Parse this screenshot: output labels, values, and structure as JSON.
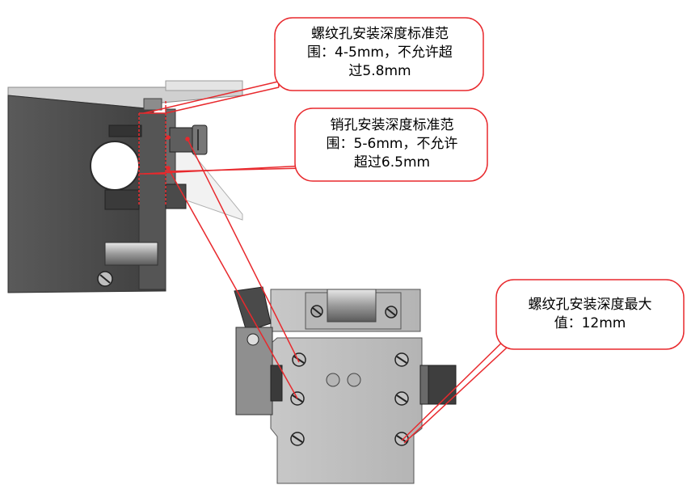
{
  "callouts": {
    "screw_standard": {
      "text": "螺纹孔安装深度标准范\n围：4-5mm，不允许超\n过5.8mm"
    },
    "pin_standard": {
      "text": "销孔安装深度标准范\n围：5-6mm，不允许\n超过6.5mm"
    },
    "screw_max": {
      "text": "螺纹孔安装深度最大\n值：12mm"
    }
  },
  "colors": {
    "callout_border": "#e8292d",
    "leader_line": "#e8292d",
    "part_dark": "#4a4a4a",
    "part_mid": "#9a9a9a",
    "part_light": "#c8c8c8"
  }
}
